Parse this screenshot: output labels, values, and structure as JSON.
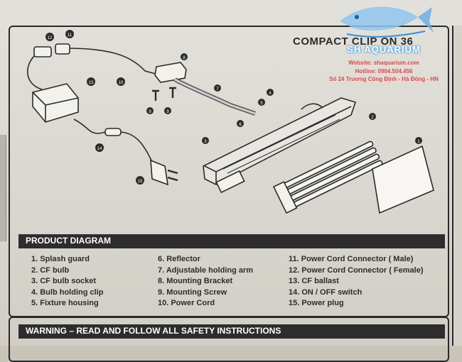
{
  "title": "COMPACT CLIP  ON 36",
  "watermark": {
    "brand": "SH AQUARIUM",
    "website": "Website: shaquarium.com",
    "hotline": "Hotline: 0904.504.456",
    "address": "Số 24 Trương Công Định - Hà Đông - HN"
  },
  "diagram_labels": {
    "n1": "1",
    "n2": "2",
    "n3": "3",
    "n4": "4",
    "n5": "5",
    "n6": "6",
    "n7": "7",
    "n8": "8",
    "n9a": "9",
    "n9b": "9",
    "n10": "10",
    "n11": "11",
    "n12": "12",
    "n13": "13",
    "n14": "14",
    "n15": "15"
  },
  "product_diagram": {
    "heading": "PRODUCT DIAGRAM",
    "col1": [
      "1. Splash guard",
      "2. CF bulb",
      "3. CF bulb socket",
      "4. Bulb holding clip",
      "5. Fixture housing"
    ],
    "col2": [
      "6. Reflector",
      "7. Adjustable holding arm",
      "8. Mounting Bracket",
      "9. Mounting Screw",
      "10. Power Cord"
    ],
    "col3": [
      "11. Power Cord Connector ( Male)",
      "12. Power Cord Connector ( Female)",
      "13. CF ballast",
      "14. ON / OFF switch",
      "15. Power plug"
    ]
  },
  "warning": {
    "heading": "WARNING – READ AND FOLLOW ALL SAFETY INSTRUCTIONS"
  },
  "colors": {
    "ink": "#2b2b2b",
    "header_bg": "#2d2d2d",
    "watermark_blue": "#3a8fd6",
    "watermark_red": "#d94b4b"
  }
}
